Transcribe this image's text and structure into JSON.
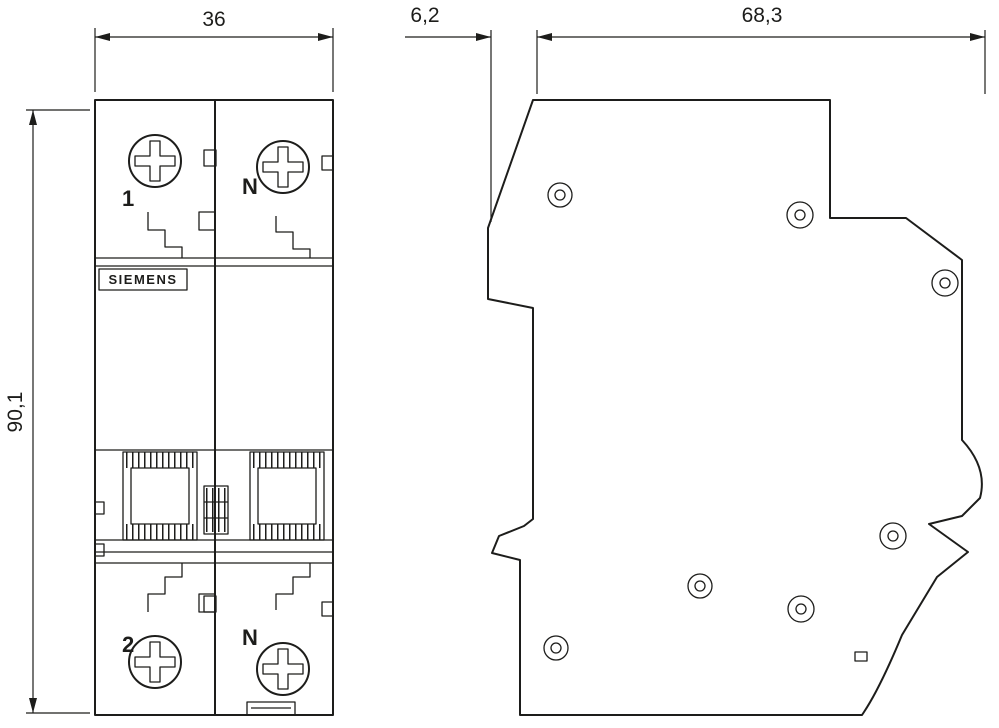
{
  "brand_label": "SIEMENS",
  "dimensions": {
    "width_mm": "36",
    "height_mm": "90,1",
    "rail_clip_mm": "6,2",
    "depth_mm": "68,3"
  },
  "front_view": {
    "terminals": {
      "top_left": "1",
      "top_right": "N",
      "bottom_left": "2",
      "bottom_right": "N"
    }
  },
  "colors": {
    "line": "#1d1d1b",
    "background": "#ffffff"
  }
}
